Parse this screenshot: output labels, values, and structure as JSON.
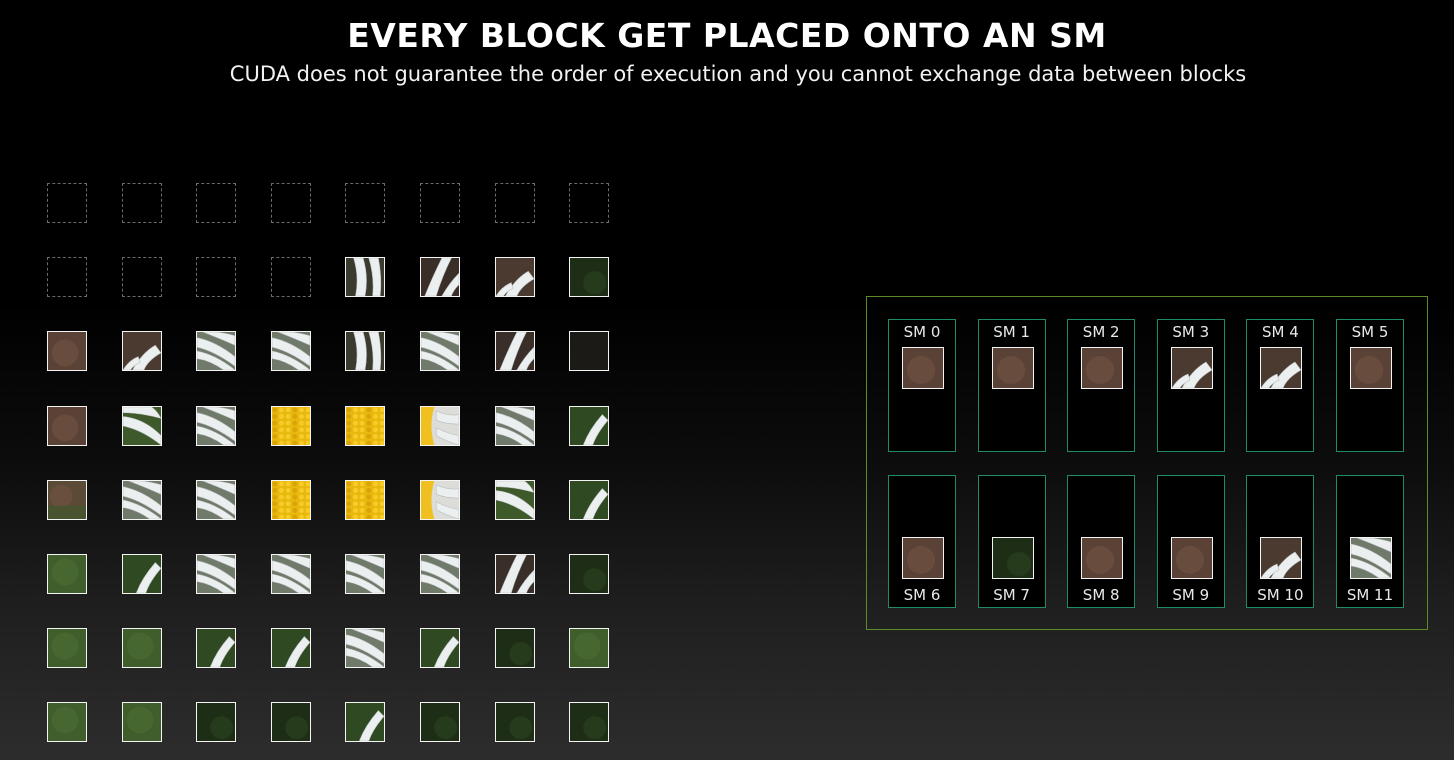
{
  "header": {
    "title": "EVERY BLOCK GET PLACED ONTO AN SM",
    "subtitle": "CUDA does not guarantee the order of execution and you cannot exchange data between blocks"
  },
  "block_grid": {
    "rows": [
      [
        "empty",
        "empty",
        "empty",
        "empty",
        "empty",
        "empty",
        "empty",
        "empty"
      ],
      [
        "empty",
        "empty",
        "empty",
        "empty",
        "petal-r",
        "petal-l",
        "brown-petal",
        "dark-green"
      ],
      [
        "brown",
        "brown-petal",
        "petal",
        "petal",
        "petal-r",
        "petal",
        "petal-l",
        "dark"
      ],
      [
        "brown",
        "petal-green",
        "petal",
        "flower-center",
        "flower-center",
        "flower-edge",
        "petal",
        "green-petal"
      ],
      [
        "brown-green",
        "petal",
        "petal",
        "flower-center",
        "flower-center",
        "flower-edge",
        "petal-green",
        "green-petal"
      ],
      [
        "green",
        "green-petal",
        "petal",
        "petal",
        "petal",
        "petal",
        "petal-l",
        "dark-green"
      ],
      [
        "green",
        "green",
        "green-petal",
        "green-petal",
        "petal",
        "green-petal",
        "dark-green",
        "green"
      ],
      [
        "green",
        "green",
        "dark-green",
        "dark-green",
        "green-petal",
        "dark-green",
        "dark-green",
        "dark-green"
      ]
    ]
  },
  "sm_panel": {
    "sms": [
      {
        "label": "SM 0",
        "block": "brown"
      },
      {
        "label": "SM 1",
        "block": "brown"
      },
      {
        "label": "SM 2",
        "block": "brown"
      },
      {
        "label": "SM 3",
        "block": "brown-petal"
      },
      {
        "label": "SM 4",
        "block": "brown-petal"
      },
      {
        "label": "SM 5",
        "block": "brown"
      },
      {
        "label": "SM 6",
        "block": "brown"
      },
      {
        "label": "SM 7",
        "block": "dark-green"
      },
      {
        "label": "SM 8",
        "block": "brown"
      },
      {
        "label": "SM 9",
        "block": "brown"
      },
      {
        "label": "SM 10",
        "block": "brown-petal"
      },
      {
        "label": "SM 11",
        "block": "petal"
      }
    ]
  },
  "colors": {
    "background": "#000000",
    "panel_border": "#5f8a2a",
    "sm_border": "#1f8a6a",
    "block_border": "#f4f4f4",
    "petal": "#e9ecee",
    "flower_center": "#f2c01c",
    "brown": "#5a4034",
    "green": "#3c5a28"
  }
}
